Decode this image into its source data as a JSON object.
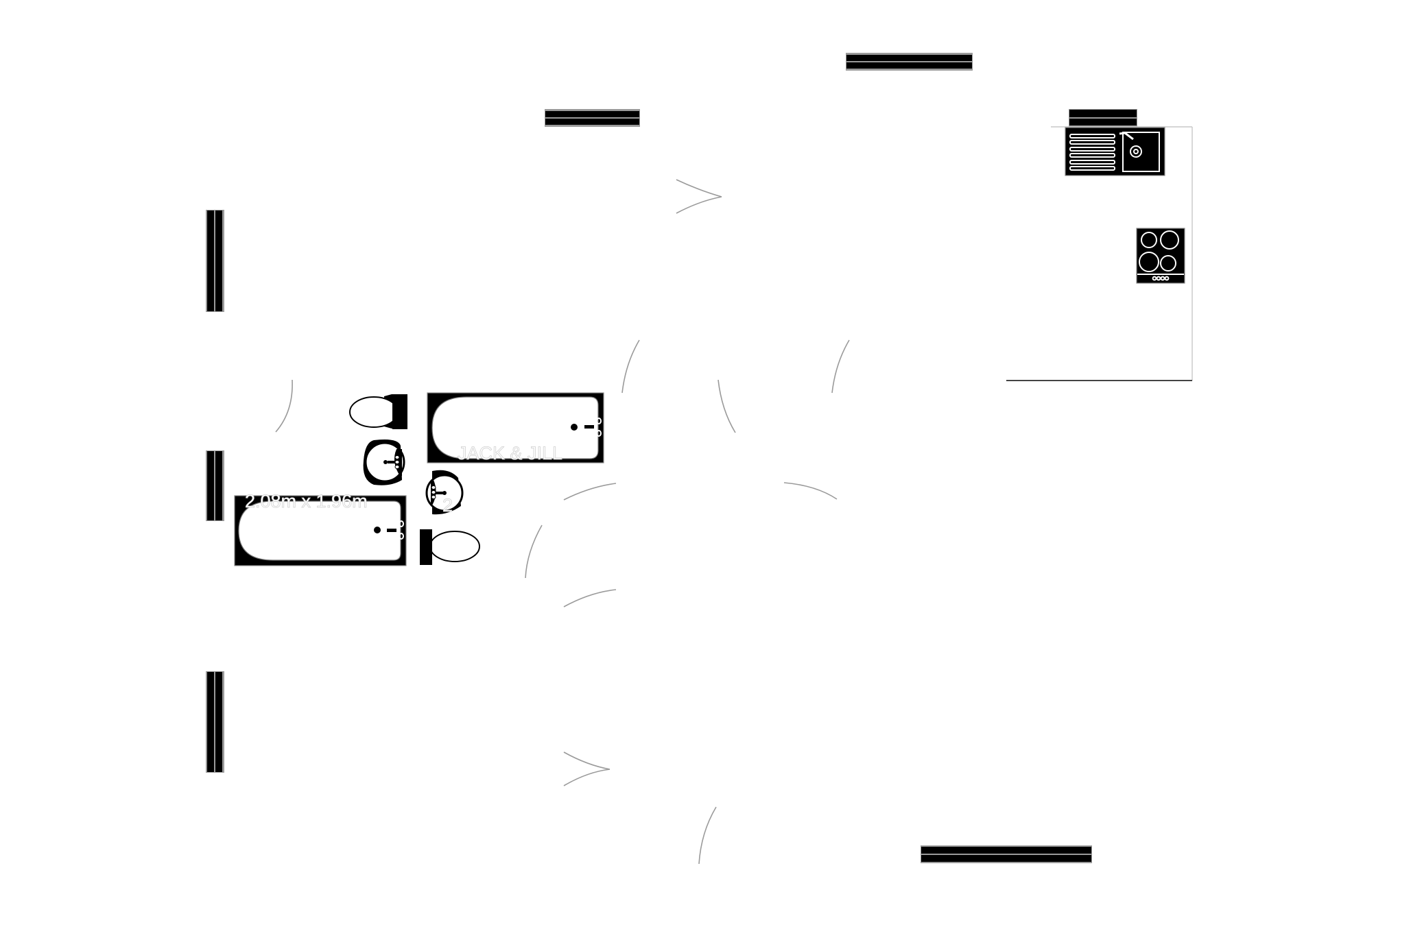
{
  "plan": {
    "background": "#ffffff",
    "wall_color": "#000000",
    "outline_color": "#9a9a9a",
    "rooms": [
      {
        "name": "Jack & Jill bathroom",
        "label": "JACK & JILL",
        "dimensions": "2.08m x 1.96m"
      }
    ],
    "fixtures": {
      "baths": 2,
      "toilets": 2,
      "basins": 2,
      "kitchen_sink": 1,
      "hob": {
        "burners": 4,
        "knobs": 4
      }
    },
    "windows": 7,
    "doors": 11,
    "stray_label": "2"
  }
}
